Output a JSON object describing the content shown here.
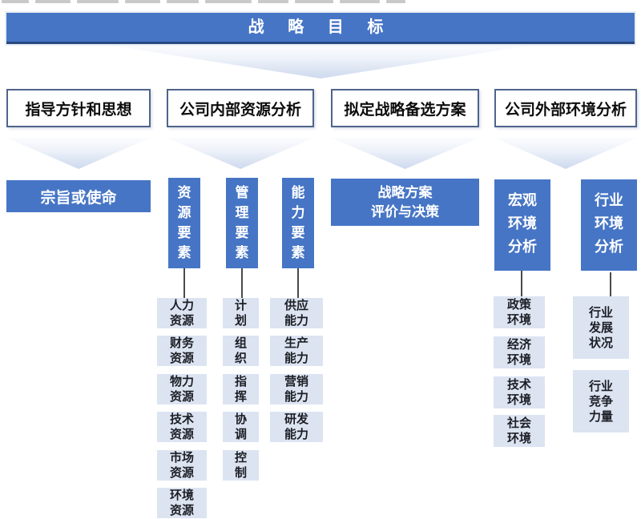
{
  "banner": {
    "label": "战 略 目 标"
  },
  "phases": [
    {
      "label": "指导方针和思想"
    },
    {
      "label": "公司内部资源分析"
    },
    {
      "label": "拟定战略备选方案"
    },
    {
      "label": "公司外部环境分析"
    }
  ],
  "mission": {
    "label": "宗旨或使命"
  },
  "decision": {
    "label": "战略方案\n评价与决策"
  },
  "internal_groups": [
    {
      "title": "资源要素",
      "vertical": "资\n源\n要\n素",
      "items": [
        "人力\n资源",
        "财务\n资源",
        "物力\n资源",
        "技术\n资源",
        "市场\n资源",
        "环境\n资源"
      ]
    },
    {
      "title": "管理要素",
      "vertical": "管\n理\n要\n素",
      "items": [
        "计\n划",
        "组\n织",
        "指\n挥",
        "协\n调",
        "控\n制"
      ]
    },
    {
      "title": "能力要素",
      "vertical": "能\n力\n要\n素",
      "items": [
        "供应\n能力",
        "生产\n能力",
        "营销\n能力",
        "研发\n能力"
      ]
    }
  ],
  "external_groups": [
    {
      "title": "宏观环境分析",
      "display": "宏观\n环境\n分析",
      "items": [
        "政策\n环境",
        "经济\n环境",
        "技术\n环境",
        "社会\n环境"
      ]
    },
    {
      "title": "行业环境分析",
      "display": "行业\n环境\n分析",
      "items": [
        "行业\n发展\n状况",
        "行业\n竞争\n力量"
      ]
    }
  ],
  "colors": {
    "primary_blue": "#4675C5",
    "banner_edge": "#27497F",
    "light_box": "#DCE4F2",
    "box_border": "#4F648C"
  }
}
